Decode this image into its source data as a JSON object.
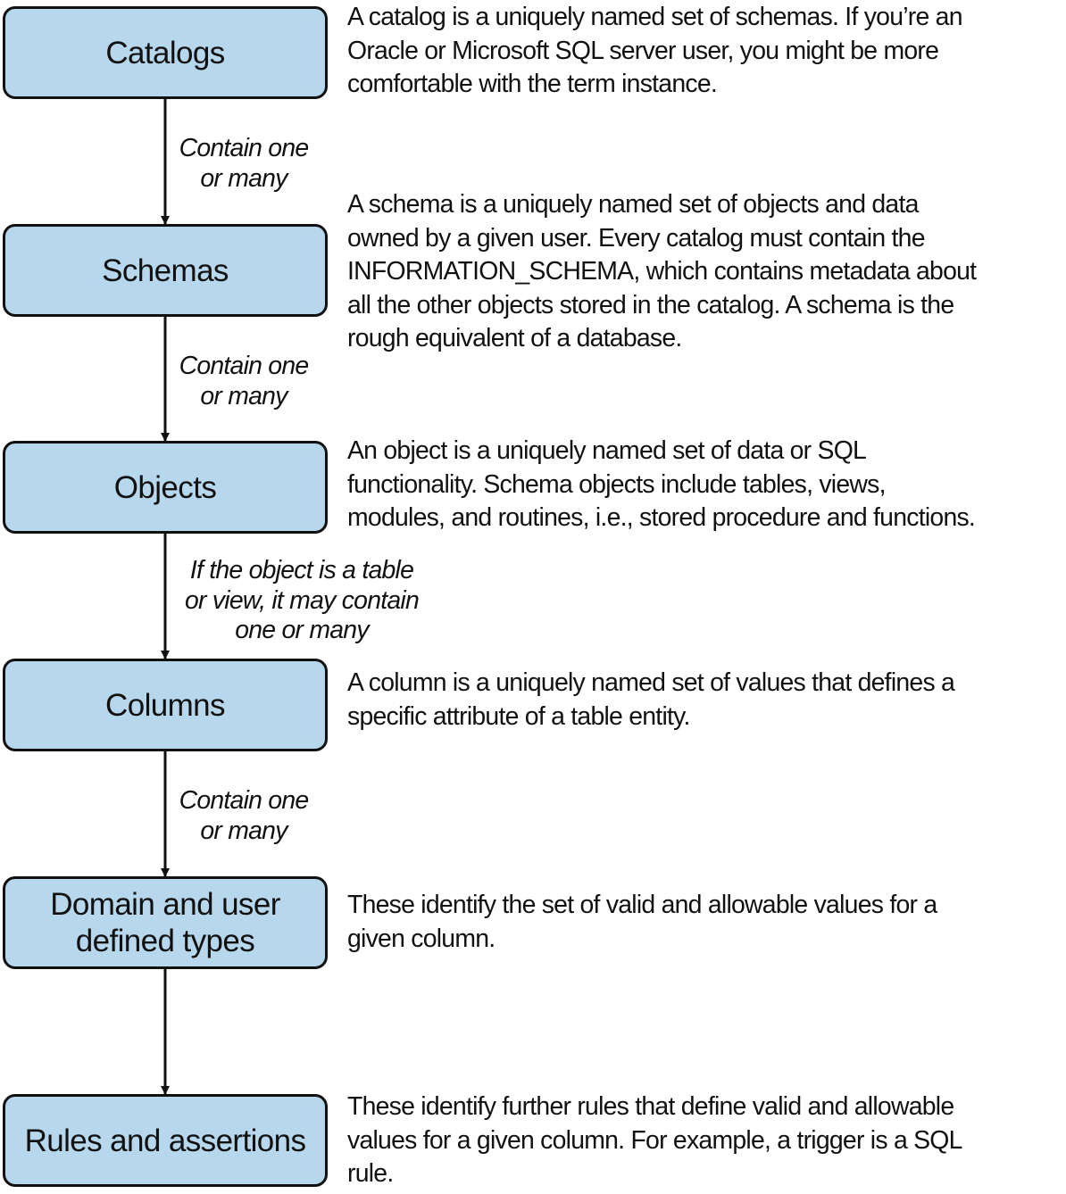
{
  "nodes": [
    {
      "id": "catalogs",
      "label_lines": [
        "Catalogs"
      ]
    },
    {
      "id": "schemas",
      "label_lines": [
        "Schemas"
      ]
    },
    {
      "id": "objects",
      "label_lines": [
        "Objects"
      ]
    },
    {
      "id": "columns",
      "label_lines": [
        "Columns"
      ]
    },
    {
      "id": "domain-types",
      "label_lines": [
        "Domain and user",
        "defined types"
      ]
    },
    {
      "id": "rules",
      "label_lines": [
        "Rules and assertions"
      ]
    }
  ],
  "descriptions": [
    {
      "node": "catalogs",
      "lines": [
        "A catalog is a uniquely named set of schemas. If you’re an",
        "Oracle or Microsoft SQL server user, you might be more",
        "comfortable with the term instance."
      ]
    },
    {
      "node": "schemas",
      "lines": [
        "A schema is a uniquely named set of objects and data",
        "owned by a given user. Every catalog must contain the",
        "INFORMATION_SCHEMA, which contains metadata about",
        "all the other objects stored in the catalog. A schema is the",
        "rough equivalent of a database."
      ]
    },
    {
      "node": "objects",
      "lines": [
        "An object is a uniquely named set of data or SQL",
        "functionality. Schema objects include tables, views,",
        "modules, and routines, i.e., stored procedure and functions."
      ]
    },
    {
      "node": "columns",
      "lines": [
        "A column is a uniquely named set of values that defines a",
        "specific attribute of a table entity."
      ]
    },
    {
      "node": "domain-types",
      "lines": [
        "These identify the set of valid and allowable values for a",
        "given column."
      ]
    },
    {
      "node": "rules",
      "lines": [
        "These identify further rules that define valid and allowable",
        "values for a given column. For example, a trigger is a SQL",
        "rule."
      ]
    }
  ],
  "edges": [
    {
      "from": "catalogs",
      "to": "schemas",
      "label_lines": [
        "Contain one",
        "or many"
      ]
    },
    {
      "from": "schemas",
      "to": "objects",
      "label_lines": [
        "Contain one",
        "or many"
      ]
    },
    {
      "from": "objects",
      "to": "columns",
      "label_lines": [
        "If the object is a table",
        "or view, it may contain",
        "one or many"
      ]
    },
    {
      "from": "columns",
      "to": "domain-types",
      "label_lines": [
        "Contain one",
        "or many"
      ]
    },
    {
      "from": "domain-types",
      "to": "rules",
      "label_lines": []
    }
  ],
  "colors": {
    "box_fill": "#b7d7ec",
    "stroke": "#111111",
    "text": "#111111",
    "background": "#ffffff"
  }
}
